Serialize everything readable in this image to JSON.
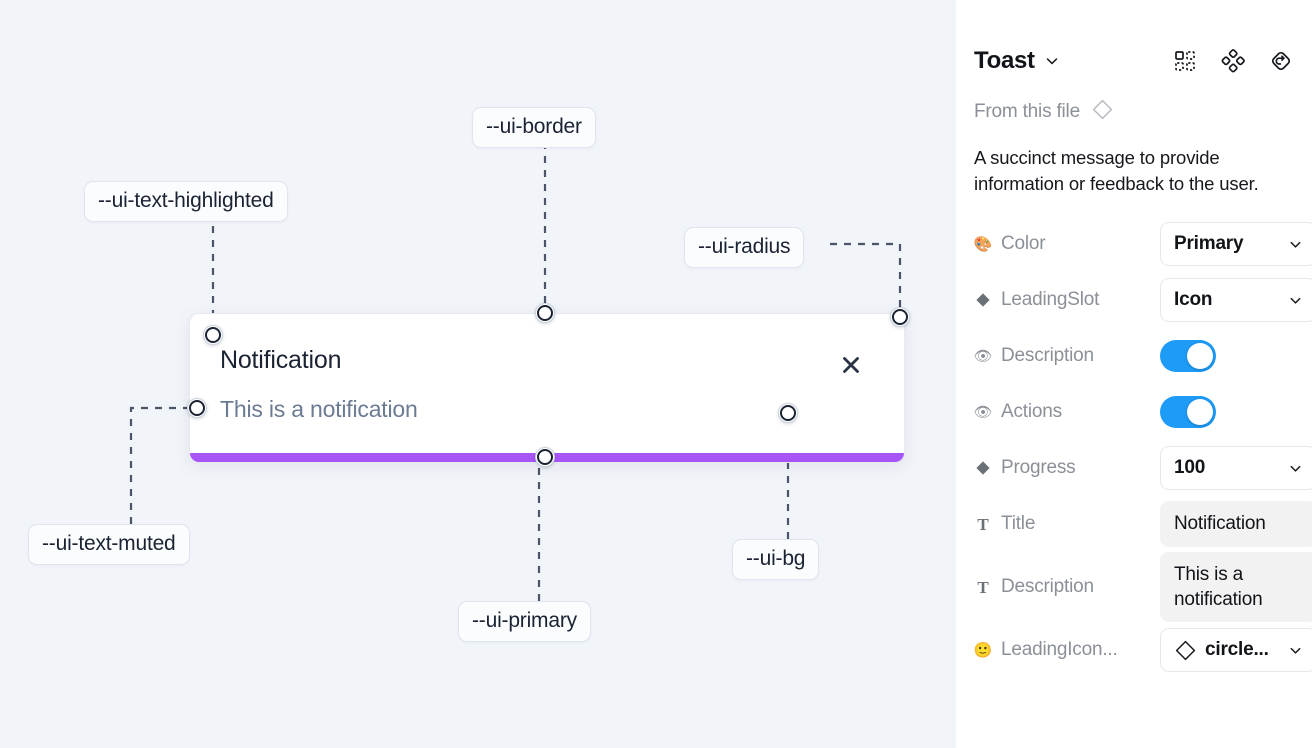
{
  "canvas": {
    "background_color": "#f1f4f9",
    "toast": {
      "title": "Notification",
      "description": "This is a notification",
      "close_icon": "close-x-icon",
      "progress_color": "#a855f7",
      "background_color": "#ffffff",
      "border_color": "#e6e9ef"
    },
    "tokens": [
      {
        "name": "--ui-text-highlighted"
      },
      {
        "name": "--ui-border"
      },
      {
        "name": "--ui-radius"
      },
      {
        "name": "--ui-text-muted"
      },
      {
        "name": "--ui-primary"
      },
      {
        "name": "--ui-bg"
      }
    ]
  },
  "panel": {
    "title": "Toast",
    "title_caret_icon": "chevron-down-icon",
    "header_icons": [
      {
        "name": "component-grid-icon"
      },
      {
        "name": "variants-diamond-icon"
      },
      {
        "name": "reset-rotate-icon"
      }
    ],
    "from_file": {
      "label": "From this file",
      "icon": "diamond-icon"
    },
    "description": "A succinct message to provide information or feedback to the user.",
    "properties": [
      {
        "label": "Color",
        "icon": "palette-emoji",
        "icon_glyph": "🎨",
        "control": "select",
        "value": "Primary"
      },
      {
        "label": "LeadingSlot",
        "icon": "diamond-filled-icon",
        "icon_glyph": "◆",
        "control": "select",
        "value": "Icon"
      },
      {
        "label": "Description",
        "icon": "eye-emoji",
        "icon_glyph": "👁",
        "control": "toggle",
        "value": "on"
      },
      {
        "label": "Actions",
        "icon": "eye-emoji",
        "icon_glyph": "👁",
        "control": "toggle",
        "value": "on"
      },
      {
        "label": "Progress",
        "icon": "diamond-filled-icon",
        "icon_glyph": "◆",
        "control": "select",
        "value": "100"
      },
      {
        "label": "Title",
        "icon": "text-t-icon",
        "icon_glyph": "T",
        "control": "textfield",
        "value": "Notification"
      },
      {
        "label": "Description",
        "icon": "text-t-icon",
        "icon_glyph": "T",
        "control": "textfield",
        "value": "This is a notification"
      },
      {
        "label": "LeadingIcon...",
        "icon": "smiley-emoji",
        "icon_glyph": "🙂",
        "control": "select-with-icon",
        "value": "circle...",
        "lead_icon": "diamond-icon"
      }
    ],
    "toggle_color": "#1e9bf7"
  }
}
